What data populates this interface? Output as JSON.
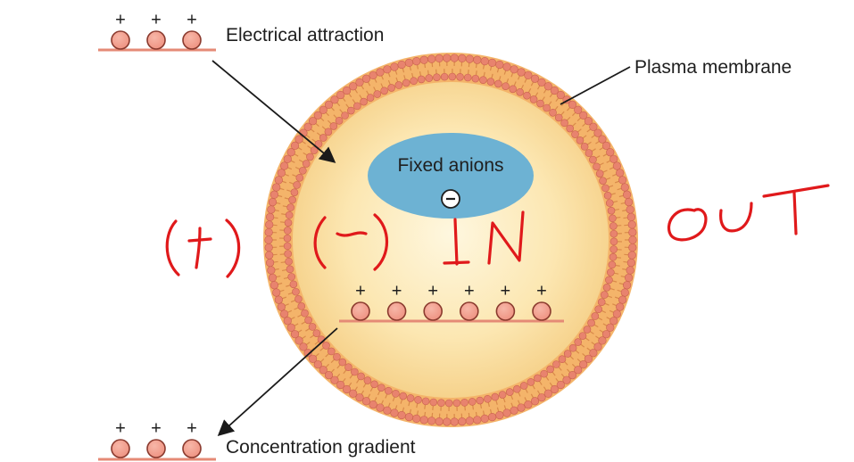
{
  "diagram": {
    "labels": {
      "electrical_attraction": "Electrical attraction",
      "plasma_membrane": "Plasma membrane",
      "fixed_anions": "Fixed anions",
      "concentration_gradient": "Concentration gradient"
    },
    "charge_signs": {
      "positive": "+",
      "negative": "−"
    },
    "ion_groups": [
      {
        "id": "top-left-ions",
        "charge": "+",
        "count": 3
      },
      {
        "id": "inside-ions",
        "charge": "+",
        "count": 6
      },
      {
        "id": "bottom-left-ions",
        "charge": "+",
        "count": 3
      }
    ],
    "handwritten_annotations": {
      "outside_charge": "(+)",
      "inside_charge": "(−)",
      "inside_word": "IN",
      "outside_word": "OUT"
    },
    "colors": {
      "ion_fill": "#f0a292",
      "ion_stroke": "#8a3a2e",
      "membrane_head": "#e8836e",
      "membrane_tail": "#d98a4a",
      "cytoplasm_center": "#fdf2cf",
      "cytoplasm_edge": "#f7d58c",
      "anion_blob": "#6fb4d4",
      "baseline": "#e58a76",
      "annotation_ink": "#e0191b",
      "arrow": "#1a1a1a"
    }
  }
}
